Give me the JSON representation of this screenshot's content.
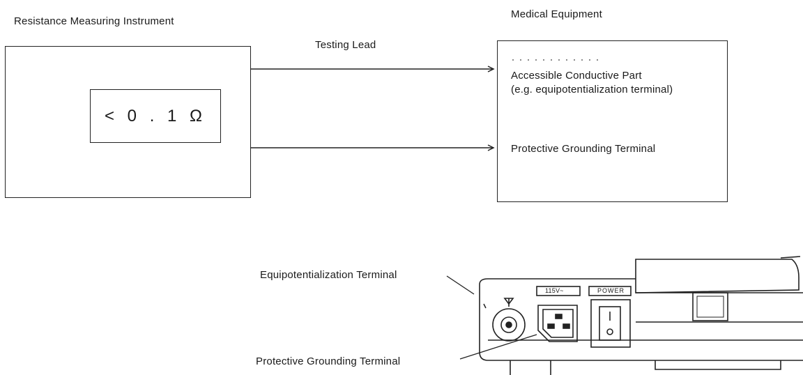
{
  "instrument": {
    "title": "Resistance Measuring Instrument",
    "reading": "< 0 . 1 Ω"
  },
  "lead": {
    "label": "Testing Lead"
  },
  "equipment": {
    "title": "Medical Equipment",
    "part_line1": "Accessible Conductive Part",
    "part_line2": "(e.g. equipotentialization terminal)",
    "ground_label": "Protective Grounding Terminal"
  },
  "device_panel": {
    "equipotential_label": "Equipotentialization Terminal",
    "ground_label": "Protective Grounding Terminal",
    "voltage_badge": "115V~",
    "power_badge": "POWER"
  }
}
